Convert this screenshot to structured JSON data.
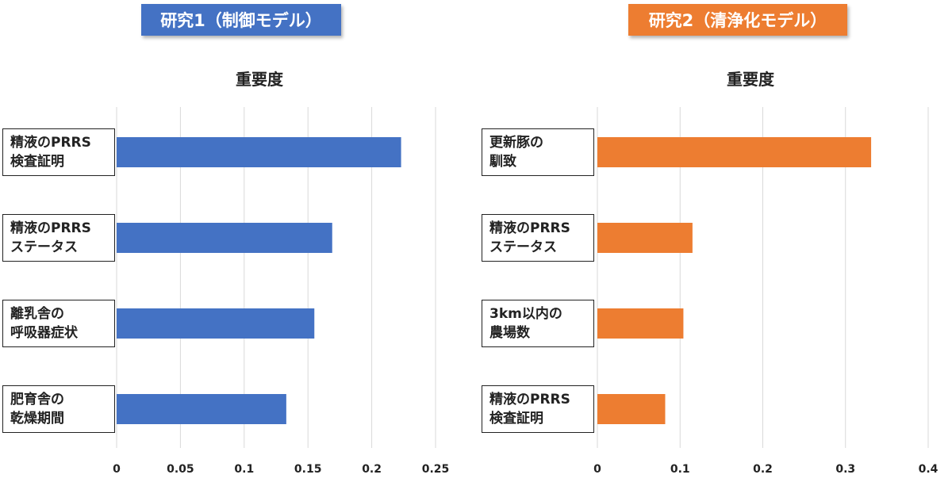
{
  "chart_data": [
    {
      "type": "bar",
      "orientation": "horizontal",
      "header": "研究1（制御モデル）",
      "title": "重要度",
      "color": "#4472C4",
      "categories": [
        [
          "精液のPRRS",
          "検査証明"
        ],
        [
          "精液のPRRS",
          "ステータス"
        ],
        [
          "離乳舎の",
          "呼吸器症状"
        ],
        [
          "肥育舎の",
          "乾燥期間"
        ]
      ],
      "values": [
        0.223,
        0.169,
        0.155,
        0.133
      ],
      "xlim": [
        0,
        0.25
      ],
      "ticks": [
        "0",
        "0.05",
        "0.1",
        "0.15",
        "0.2",
        "0.25"
      ],
      "grid": true
    },
    {
      "type": "bar",
      "orientation": "horizontal",
      "header": "研究2（清浄化モデル）",
      "title": "重要度",
      "color": "#ED7D31",
      "categories": [
        [
          "更新豚の",
          "馴致"
        ],
        [
          "精液のPRRS",
          "ステータス"
        ],
        [
          "3km以内の",
          "農場数"
        ],
        [
          "精液のPRRS",
          "検査証明"
        ]
      ],
      "values": [
        0.331,
        0.115,
        0.104,
        0.082
      ],
      "xlim": [
        0,
        0.4
      ],
      "ticks": [
        "0",
        "0.1",
        "0.2",
        "0.3",
        "0.4"
      ],
      "grid": true
    }
  ]
}
